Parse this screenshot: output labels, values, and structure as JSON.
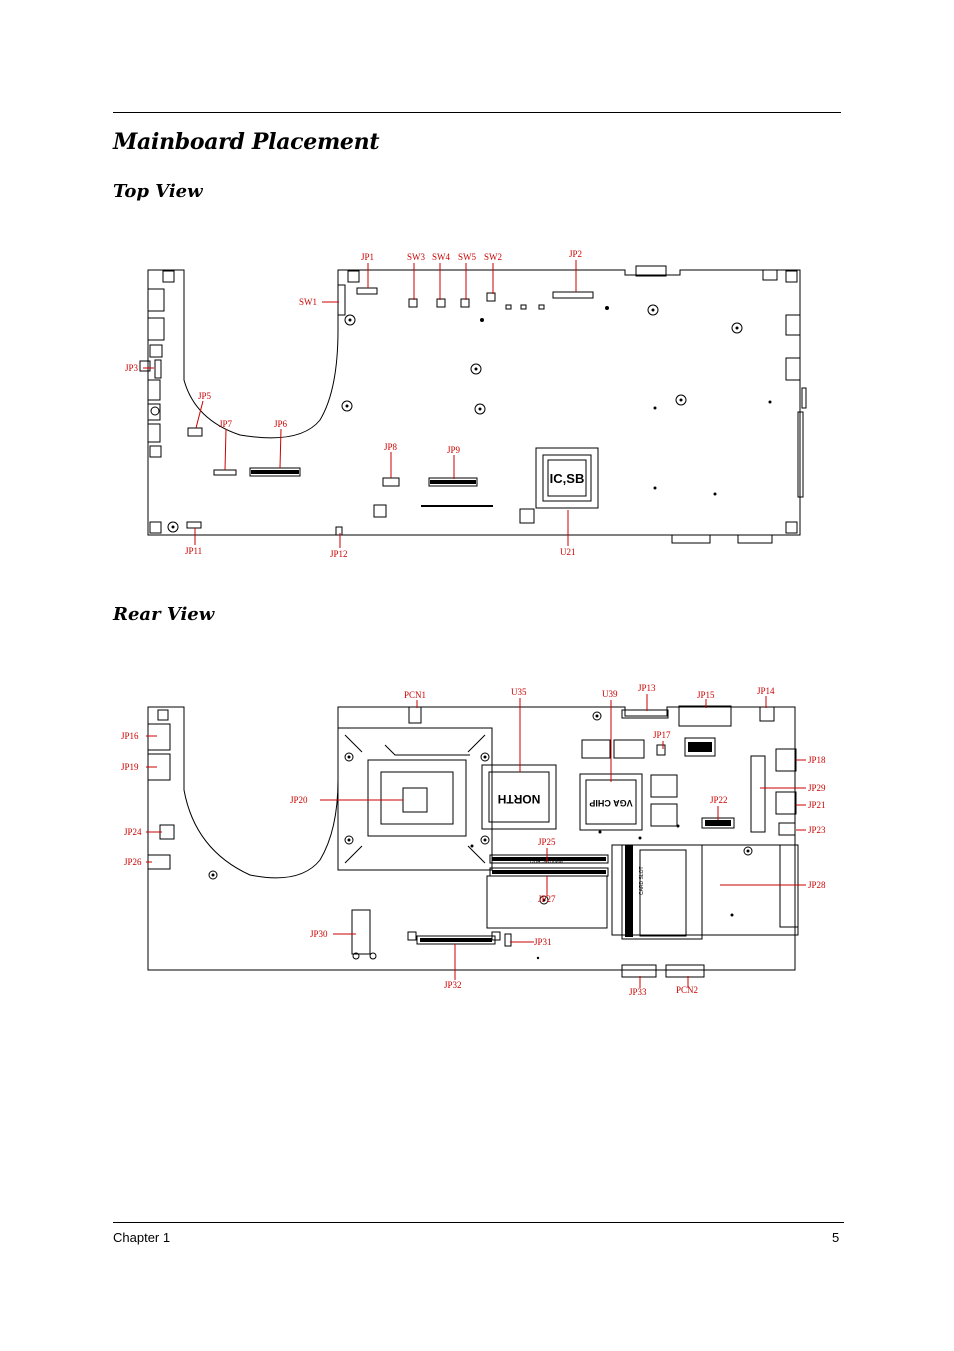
{
  "page": {
    "title": "Mainboard Placement",
    "top_view_heading": "Top View",
    "rear_view_heading": "Rear View",
    "footer": {
      "chapter": "Chapter 1",
      "page_number": "5"
    }
  },
  "top_view": {
    "chip_text": "IC,SB",
    "labels": [
      "JP1",
      "SW3",
      "SW4",
      "SW5",
      "SW2",
      "JP2",
      "SW1",
      "JP3",
      "JP5",
      "JP7",
      "JP6",
      "JP8",
      "JP9",
      "JP11",
      "JP12",
      "U21"
    ]
  },
  "rear_view": {
    "chip_texts": {
      "north": "NORTH",
      "vga": "VGA CHIP",
      "sodimm": "DDR SODIMM",
      "card": "CARD SLOT"
    },
    "labels": [
      "PCN1",
      "U35",
      "U39",
      "JP13",
      "JP15",
      "JP14",
      "JP16",
      "JP17",
      "JP18",
      "JP19",
      "JP29",
      "JP20",
      "JP22",
      "JP21",
      "JP24",
      "JP25",
      "JP23",
      "JP26",
      "JP28",
      "JP27",
      "JP30",
      "JP31",
      "JP32",
      "JP33",
      "PCN2"
    ]
  },
  "colors": {
    "label": "#cc0000",
    "leader": "#cc0000",
    "board_line": "#000000"
  }
}
